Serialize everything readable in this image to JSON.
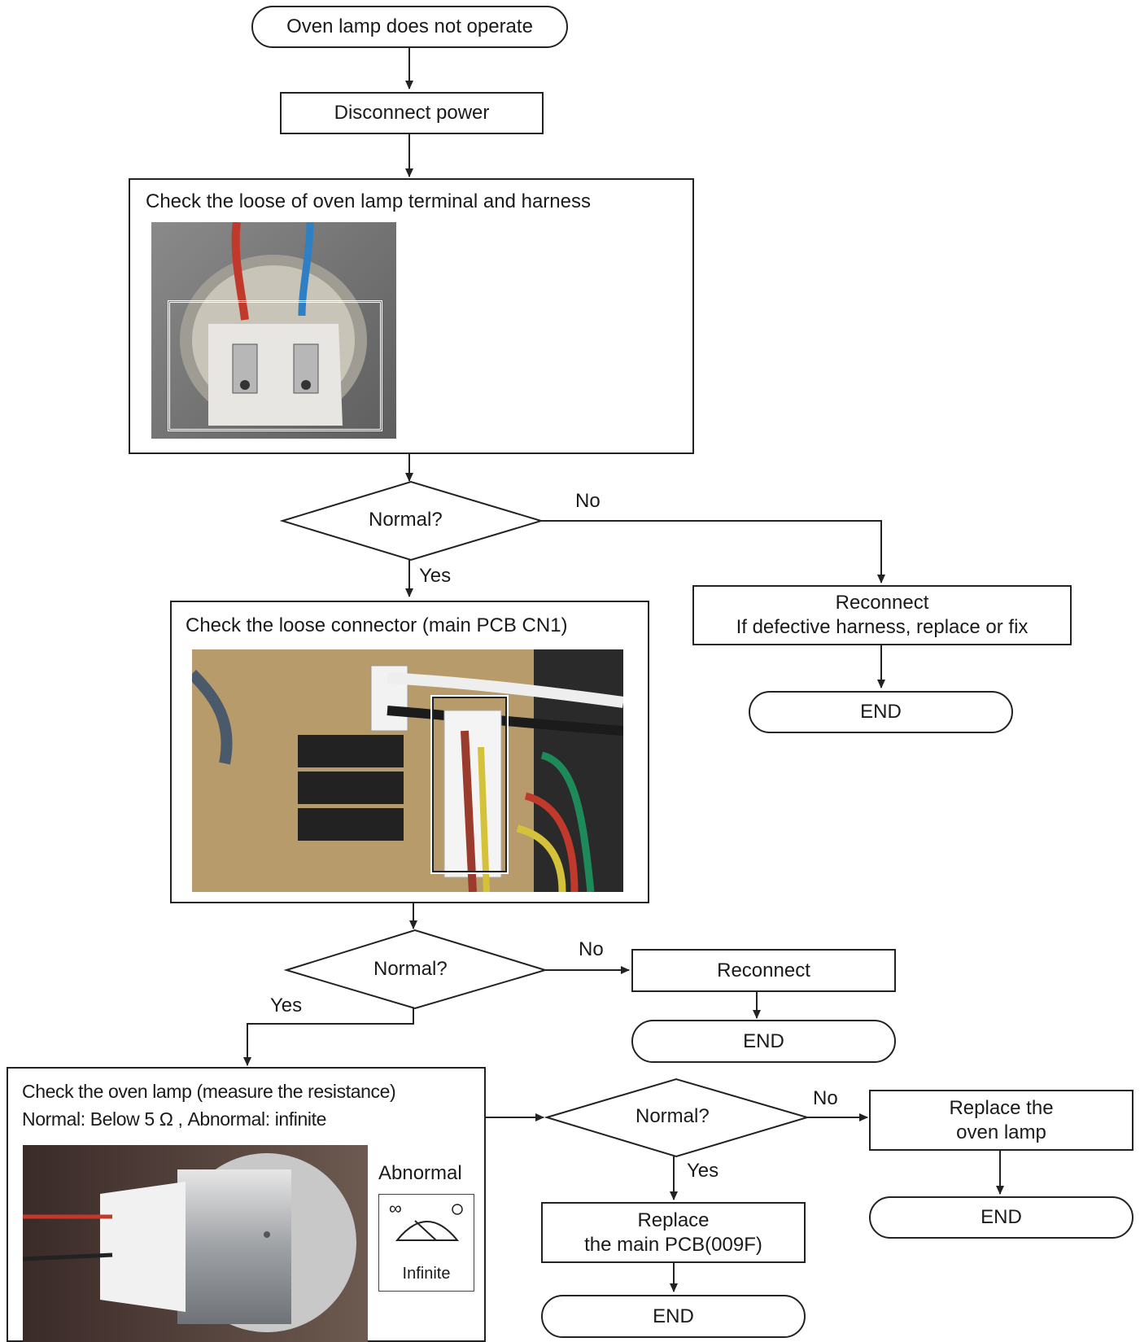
{
  "start": "Oven lamp does not operate",
  "step1": "Disconnect power",
  "check1": {
    "title": "Check the loose of oven lamp terminal and harness"
  },
  "decision1": {
    "label": "Normal?",
    "no": "No",
    "yes": "Yes"
  },
  "fix1": {
    "line1": "Reconnect",
    "line2": "If defective harness, replace or fix"
  },
  "end1": "END",
  "check2": {
    "title": "Check the loose connector  (main PCB CN1)"
  },
  "decision2": {
    "label": "Normal?",
    "no": "No",
    "yes": "Yes"
  },
  "fix2": "Reconnect",
  "end2": "END",
  "check3": {
    "line1": "Check the oven lamp (measure the resistance)",
    "line2": "Normal: Below 5 Ω , Abnormal: infinite",
    "meter_title": "Abnormal",
    "meter_caption": "Infinite",
    "meter_symbol": "∞"
  },
  "decision3": {
    "label": "Normal?",
    "no": "No",
    "yes": "Yes"
  },
  "fix3": {
    "line1": "Replace the",
    "line2": "oven lamp"
  },
  "end3": "END",
  "fix4": {
    "line1": "Replace",
    "line2": "the main PCB(009F)"
  },
  "end4": "END",
  "colors": {
    "line": "#222222",
    "wire_red": "#c0392b",
    "wire_blue": "#2e7fc4",
    "board": "#b89b6a"
  }
}
